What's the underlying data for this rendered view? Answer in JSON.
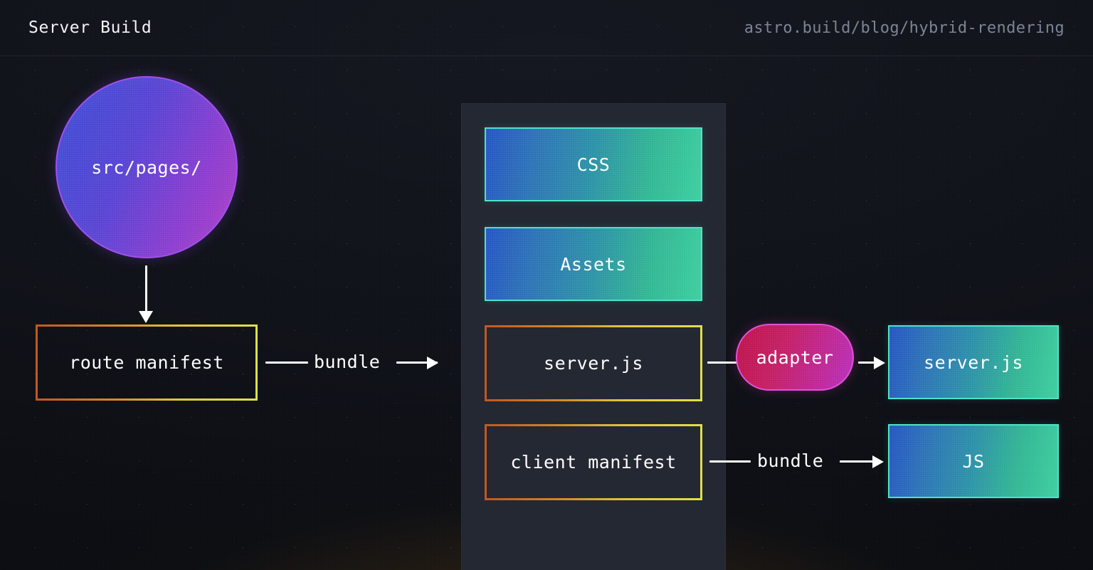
{
  "header": {
    "title": "Server Build",
    "url": "astro.build/blog/hybrid-rendering"
  },
  "diagram": {
    "source_node": {
      "label": "src/pages/",
      "shape": "circle"
    },
    "route_manifest": {
      "label": "route manifest",
      "shape": "dotted-rect"
    },
    "bundle_arrow_1": {
      "label": "bundle"
    },
    "bundle_arrow_2": {
      "label": "bundle"
    },
    "panel_items": [
      {
        "label": "CSS",
        "style": "gradient-rect"
      },
      {
        "label": "Assets",
        "style": "gradient-rect"
      },
      {
        "label": "server.js",
        "style": "dotted-rect"
      },
      {
        "label": "client manifest",
        "style": "dotted-rect"
      }
    ],
    "adapter": {
      "label": "adapter",
      "shape": "pill"
    },
    "outputs": [
      {
        "label": "server.js",
        "style": "gradient-rect"
      },
      {
        "label": "JS",
        "style": "gradient-rect"
      }
    ]
  },
  "colors": {
    "background": "#14161c",
    "panel": "#242832",
    "circle_gradient_start": "#3d4fd6",
    "circle_gradient_end": "#b23fc8",
    "circle_border": "#a14ff0",
    "teal_gradient_start": "#2757c4",
    "teal_gradient_end": "#3ecfa0",
    "teal_border": "#4fe3c8",
    "adapter_gradient_start": "#c0154b",
    "adapter_gradient_end": "#b833c0",
    "adapter_border": "#e252d8",
    "dotted_border_start": "#c2571f",
    "dotted_border_end": "#dfe04a",
    "text_primary": "#ffffff",
    "text_muted": "#7d8495",
    "bottom_glow": "#a86c1c"
  }
}
